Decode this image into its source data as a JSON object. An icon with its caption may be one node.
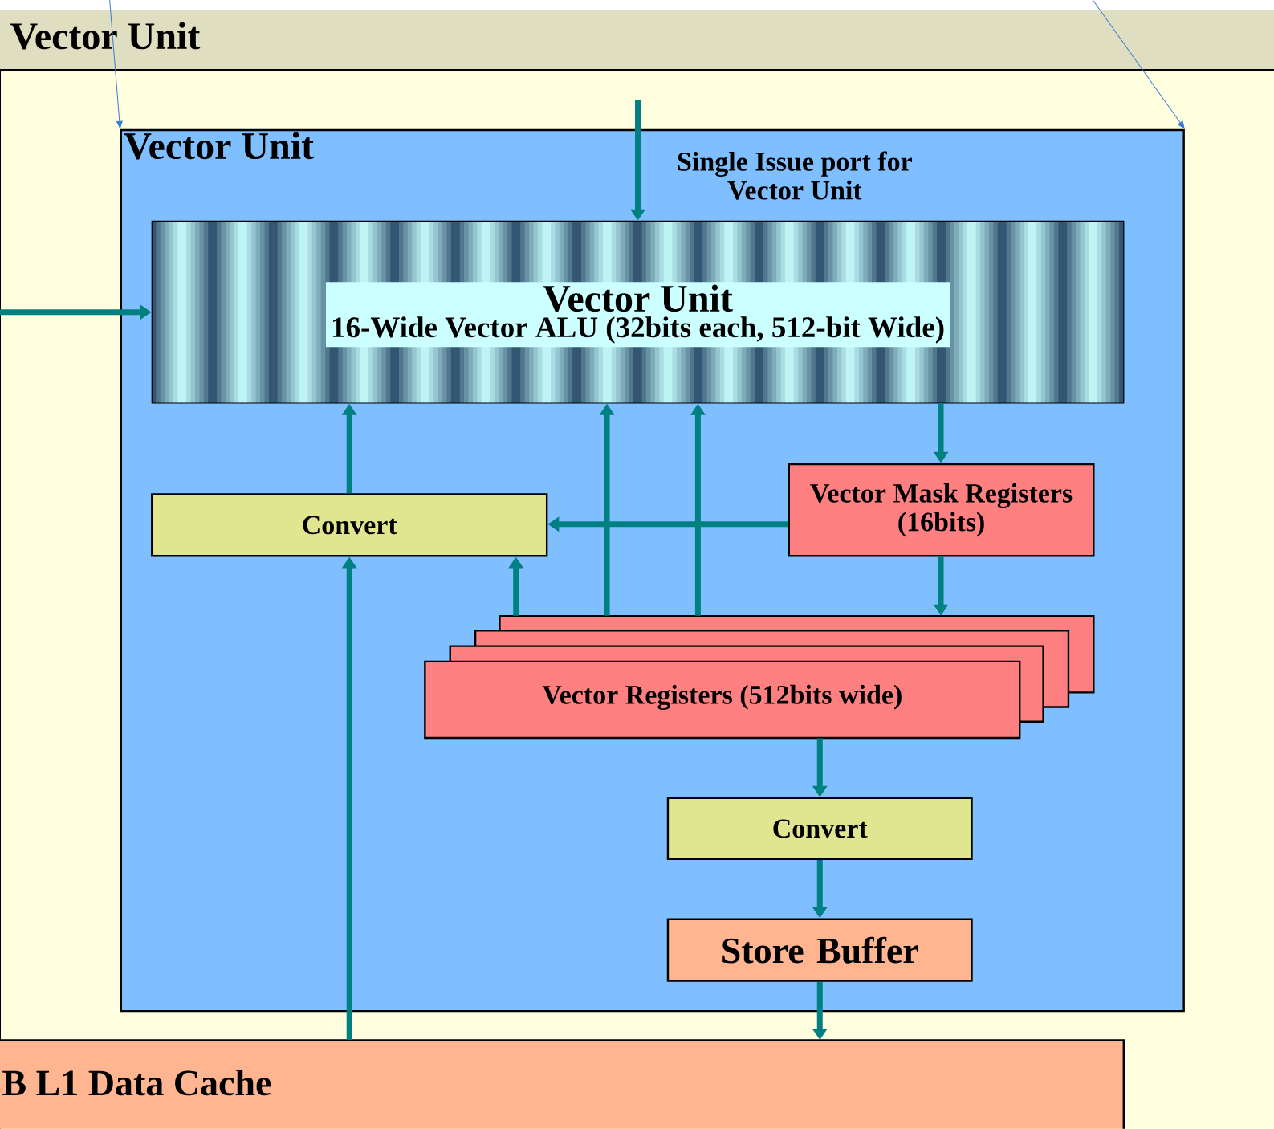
{
  "diagram": {
    "nodes": [
      {
        "text": [
          "Vector Unit"
        ]
      },
      {
        "text": [
          "Vector Unit"
        ],
        "in": 0
      },
      {
        "text": [
          "Vector Unit",
          "16-Wide Vector ALU (32bits each, 512-bit Wide)"
        ],
        "in": 1
      },
      {
        "text": [
          "Convert"
        ],
        "in": 1
      },
      {
        "text": [
          "Vector Mask Registers (16bits)"
        ],
        "in": 1
      },
      {
        "text": [
          "Vector Registers (512bits wide)"
        ],
        "in": 1
      },
      {
        "text": [
          "Convert"
        ],
        "in": 1
      },
      {
        "text": [
          "Store Buffer"
        ],
        "in": 1
      },
      {
        "text": [
          "B L1 Data Cache"
        ],
        "in": 0
      }
    ],
    "edges": [
      {
        "from": null,
        "to": 1,
        "arrow": "to",
        "color": "#3a7bd5"
      },
      {
        "from": null,
        "to": 1,
        "arrow": "to",
        "color": "#3a7bd5"
      },
      {
        "from": null,
        "to": 2,
        "arrow": "to"
      },
      {
        "from": null,
        "to": 2,
        "arrow": "to"
      },
      {
        "from": 3,
        "to": 2,
        "arrow": "to"
      },
      {
        "from": 5,
        "to": 2,
        "arrow": "to"
      },
      {
        "from": 5,
        "to": 2,
        "arrow": "to"
      },
      {
        "from": 2,
        "to": 4,
        "arrow": "to"
      },
      {
        "from": 4,
        "to": 3,
        "arrow": "to"
      },
      {
        "from": 4,
        "to": 5,
        "arrow": "to"
      },
      {
        "from": 5,
        "to": 3,
        "arrow": "to"
      },
      {
        "from": 8,
        "to": 3,
        "arrow": "to"
      },
      {
        "from": 5,
        "to": 6,
        "arrow": "to"
      },
      {
        "from": 6,
        "to": 7,
        "arrow": "to"
      },
      {
        "from": 7,
        "to": 8,
        "arrow": "to"
      }
    ],
    "labels": [
      "Single Issue port for Vector Unit"
    ]
  }
}
